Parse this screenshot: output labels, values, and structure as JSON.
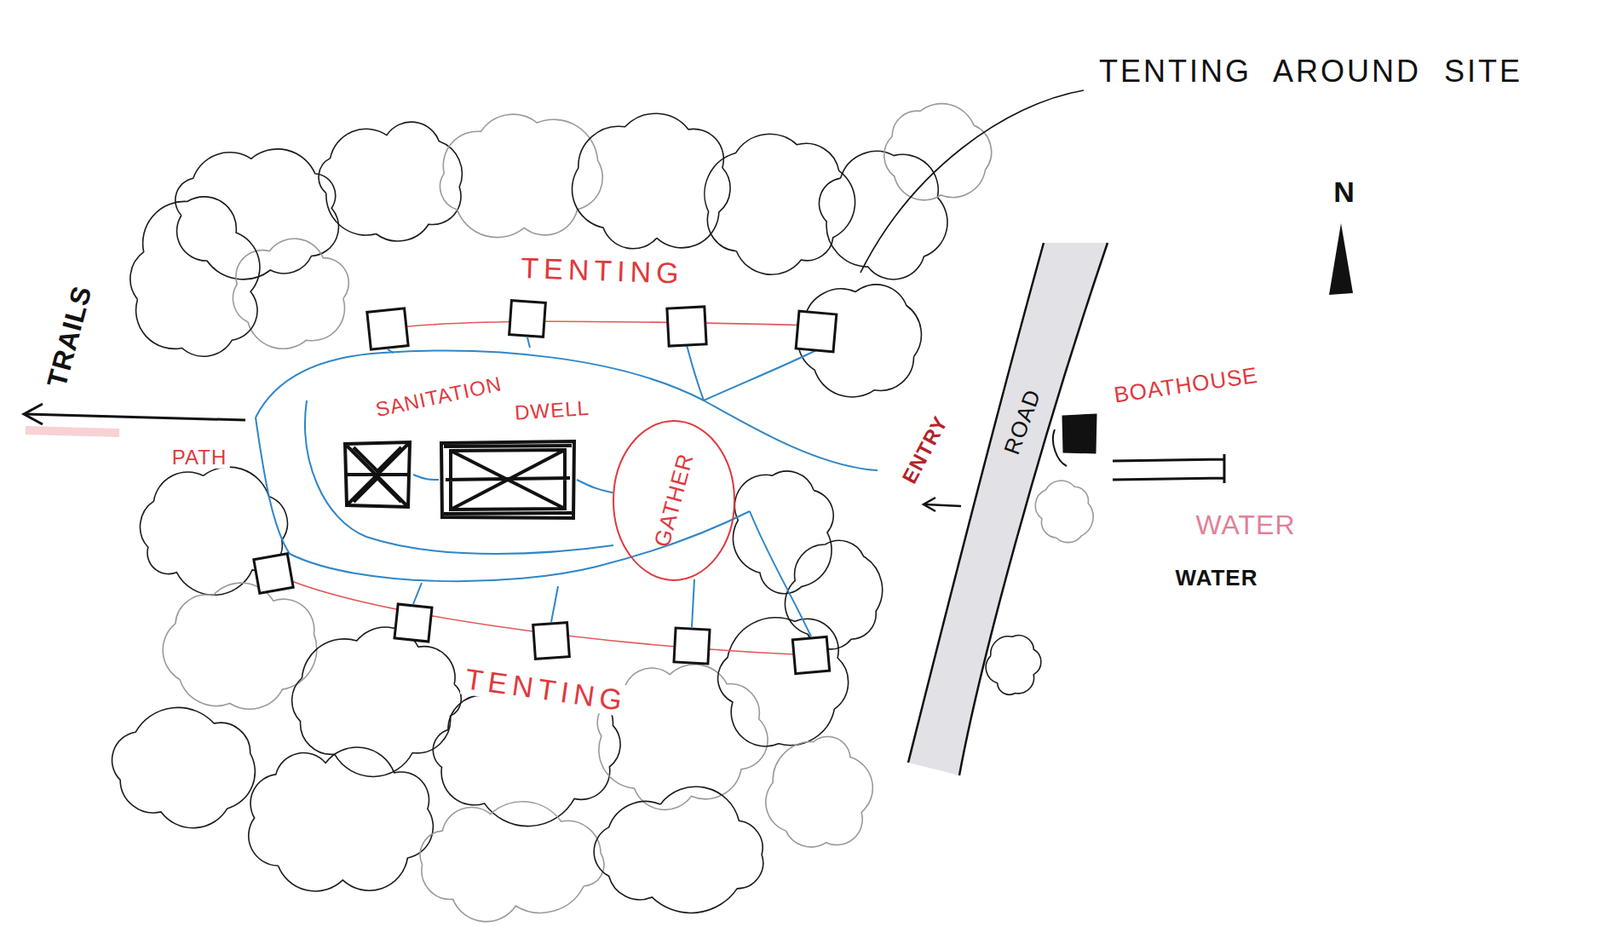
{
  "diagram": {
    "title": "TENTING AROUND SITE",
    "nodes": [
      {
        "text": [
          "SANITATION"
        ]
      },
      {
        "text": [
          "DWELL"
        ]
      },
      {
        "text": [
          "GATHER"
        ]
      },
      {
        "text": [
          "BOATHOUSE"
        ]
      }
    ],
    "edges": [
      {
        "from": 0,
        "to": 1,
        "arrow": "none"
      },
      {
        "from": 1,
        "to": 2,
        "arrow": "none"
      }
    ],
    "labels": [
      "N",
      "TENTING",
      "TENTING",
      "TRAILS",
      "PATH",
      "ENTRY",
      "ROAD",
      "WATER",
      "WATER"
    ]
  }
}
